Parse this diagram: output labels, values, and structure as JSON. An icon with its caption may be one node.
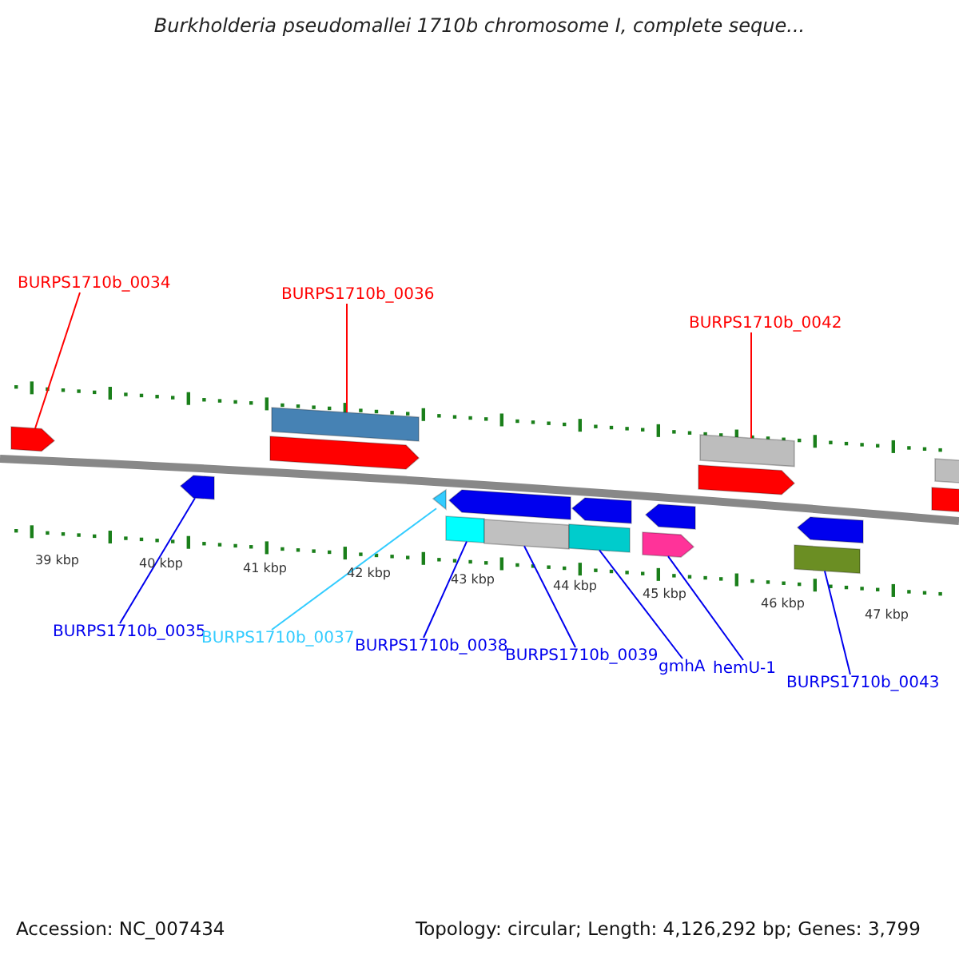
{
  "diagram": {
    "title": "Burkholderia pseudomallei 1710b chromosome I, complete seque...",
    "nodes": [
      {
        "text": [
          "BURPS1710b_0034"
        ]
      },
      {
        "text": [
          "BURPS1710b_0036"
        ]
      },
      {
        "text": [
          "BURPS1710b_0042"
        ]
      },
      {
        "text": [
          "BURPS1710b_0035"
        ]
      },
      {
        "text": [
          "BURPS1710b_0037"
        ]
      },
      {
        "text": [
          "BURPS1710b_0038"
        ]
      },
      {
        "text": [
          "BURPS1710b_0039"
        ]
      },
      {
        "text": [
          "gmhA"
        ]
      },
      {
        "text": [
          "hemU-1"
        ]
      },
      {
        "text": [
          "BURPS1710b_0043"
        ]
      },
      {
        "text": [],
        "shape": "pentagon"
      },
      {
        "text": [],
        "shape": "bar"
      },
      {
        "text": [],
        "shape": "bar"
      },
      {
        "text": [],
        "shape": "pentagon"
      },
      {
        "text": [],
        "shape": "pentagon"
      },
      {
        "text": [],
        "shape": "bar"
      },
      {
        "text": [],
        "shape": "bar"
      },
      {
        "text": [],
        "shape": "bar"
      },
      {
        "text": [],
        "shape": "pentagon"
      },
      {
        "text": [],
        "shape": "bar"
      },
      {
        "text": [],
        "shape": "pentagon"
      },
      {
        "text": [],
        "shape": "pentagon"
      },
      {
        "text": [],
        "shape": "pentagon"
      },
      {
        "text": [],
        "shape": "pentagon"
      },
      {
        "text": [],
        "shape": "pentagon"
      },
      {
        "text": [],
        "shape": "pentagon"
      },
      {
        "text": [],
        "shape": "bar"
      },
      {
        "text": [],
        "shape": "pentagon"
      }
    ],
    "edges": [
      {
        "from": 0,
        "to": 10,
        "arrow": "none",
        "color": "#ff0000"
      },
      {
        "from": 1,
        "to": 11,
        "arrow": "none",
        "color": "#ff0000"
      },
      {
        "from": 2,
        "to": 12,
        "arrow": "none",
        "color": "#ff0000"
      },
      {
        "from": 3,
        "to": 13,
        "arrow": "none"
      },
      {
        "from": 4,
        "to": 14,
        "arrow": "none",
        "color": "#33ccff"
      },
      {
        "from": 5,
        "to": 15,
        "arrow": "none"
      },
      {
        "from": 6,
        "to": 16,
        "arrow": "none"
      },
      {
        "from": 7,
        "to": 17,
        "arrow": "none"
      },
      {
        "from": 8,
        "to": 18,
        "arrow": "none"
      },
      {
        "from": 9,
        "to": 19,
        "arrow": "none"
      }
    ],
    "labels": [
      "39 kbp",
      "40 kbp",
      "41 kbp",
      "42 kbp",
      "43 kbp",
      "44 kbp",
      "45 kbp",
      "46 kbp",
      "47 kbp",
      "Accession: NC_007434",
      "Topology: circular; Length: 4,126,292 bp; Genes: 3,799"
    ]
  }
}
